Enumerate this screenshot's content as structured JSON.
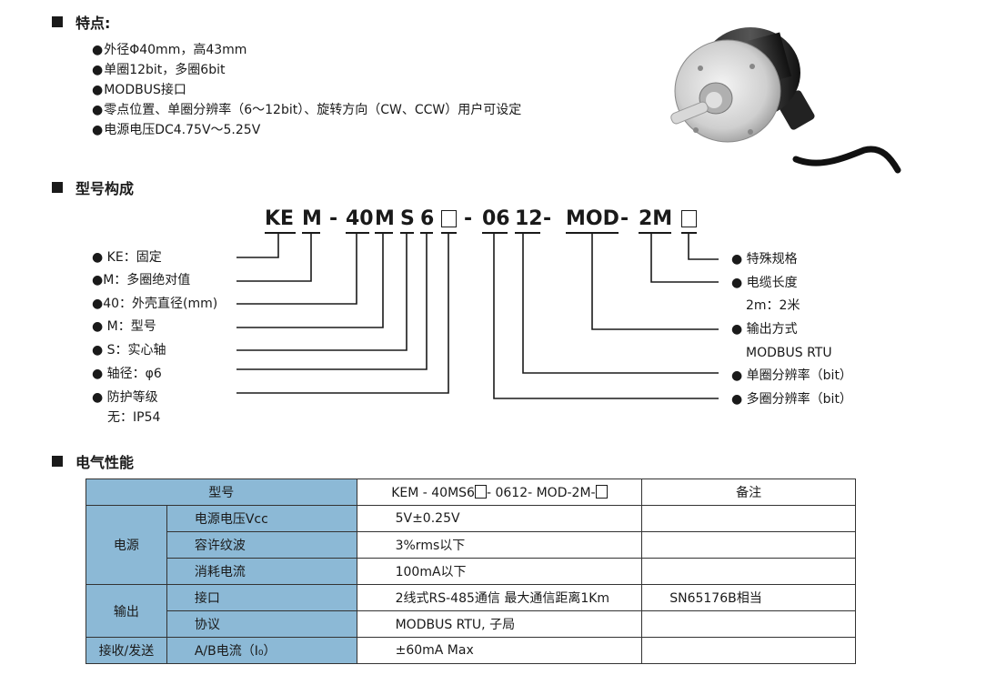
{
  "features": {
    "title": "特点:",
    "bullet": "●",
    "items": [
      "外径Φ40mm，高43mm",
      "单圈12bit，多圈6bit",
      "MODBUS接口",
      "零点位置、单圈分辨率（6～12bit）、旋转方向（CW、CCW）用户可设定",
      "电源电压DC4.75V～5.25V"
    ]
  },
  "model": {
    "title": "型号构成",
    "segments": [
      "KE",
      "M",
      "-",
      "40",
      "M",
      "S",
      "6",
      "-",
      "06",
      "12",
      "-",
      "MOD",
      "-",
      "2M"
    ],
    "left_labels": [
      [
        "KE：固定"
      ],
      [
        "M：多圈绝对值"
      ],
      [
        "40：外壳直径(mm)"
      ],
      [
        "M：型号"
      ],
      [
        "S：实心轴"
      ],
      [
        "轴径：φ6"
      ],
      [
        "防护等级",
        "无：IP54"
      ]
    ],
    "right_labels": [
      [
        "特殊规格"
      ],
      [
        "电缆长度",
        "2m：2米"
      ],
      [
        "输出方式",
        "MODBUS RTU"
      ],
      [
        "单圈分辨率（bit）"
      ],
      [
        "多圈分辨率（bit）"
      ]
    ]
  },
  "electrical": {
    "title": "电气性能",
    "header": {
      "col1": "型号",
      "col2a": "KEM - 40MS6",
      "col2b": "- 0612- MOD-2M-",
      "col3": "备注"
    },
    "groups": [
      {
        "name": "电源",
        "rows": [
          {
            "item": "电源电压Vcc",
            "value": "5V±0.25V",
            "note": ""
          },
          {
            "item": "容许纹波",
            "value": "3%rms以下",
            "note": ""
          },
          {
            "item": "消耗电流",
            "value": "100mA以下",
            "note": ""
          }
        ]
      },
      {
        "name": "输出",
        "rows": [
          {
            "item": "接口",
            "value": "2线式RS-485通信 最大通信距离1Km",
            "note": "SN65176B相当"
          },
          {
            "item": "协议",
            "value": "MODBUS RTU, 子局",
            "note": ""
          }
        ]
      },
      {
        "name": "接收/发送",
        "rows": [
          {
            "item": "A/B电流（I₀）",
            "value": "±60mA Max",
            "note": ""
          }
        ]
      }
    ]
  },
  "colors": {
    "table_header": "#8cb9d6",
    "text": "#1a1a1a"
  },
  "icons": [
    "square-bullet-icon",
    "encoder-product-image"
  ]
}
